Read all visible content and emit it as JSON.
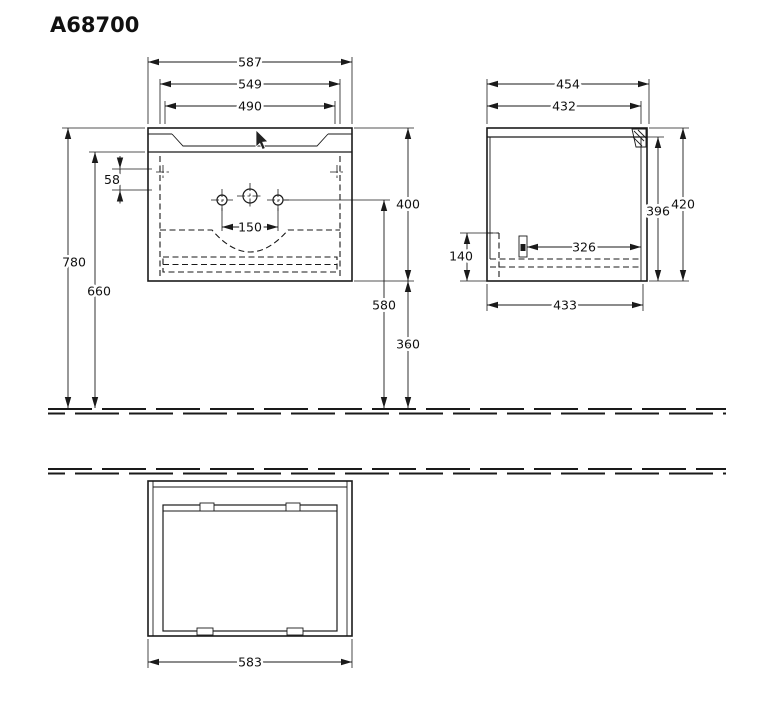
{
  "title": "A68700",
  "front_view": {
    "dims": {
      "width_overall": "587",
      "width_basin": "549",
      "width_inner": "490",
      "height_total": "780",
      "height_underside": "660",
      "rim_offset": "58",
      "tap_hole_spacing": "150",
      "unit_height": "400",
      "tap_height": "580",
      "floor_clearance": "360"
    }
  },
  "side_view": {
    "dims": {
      "depth_overall": "454",
      "depth_top": "432",
      "height_overall": "420",
      "height_body": "396",
      "cutout_height": "140",
      "rail_depth": "326",
      "depth_bottom": "433"
    }
  },
  "top_view": {
    "dims": {
      "width_cabinet": "583"
    }
  },
  "colors": {
    "line": "#1a1a1a",
    "background": "#ffffff"
  }
}
